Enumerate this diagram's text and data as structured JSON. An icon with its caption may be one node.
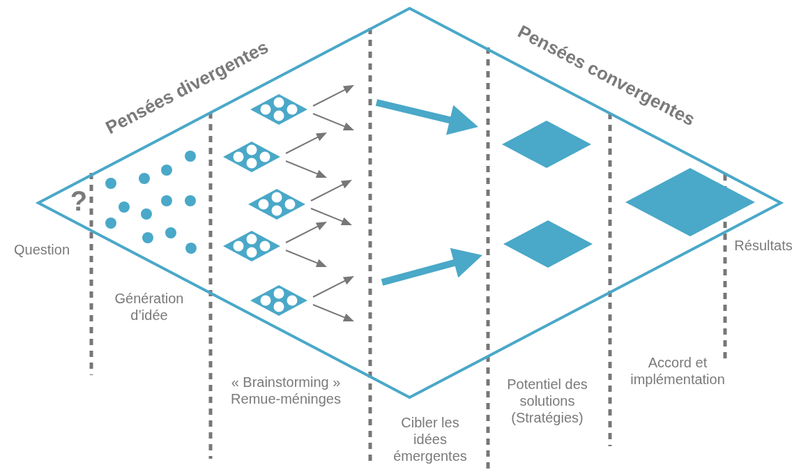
{
  "diagram": {
    "nodes": [
      {
        "text": [
          "Pensées divergentes",
          "Pensées convergentes"
        ]
      },
      {
        "text": [],
        "shape": "diamond",
        "in": 0
      },
      {
        "text": [],
        "shape": "diamond",
        "in": 0
      },
      {
        "text": [],
        "shape": "diamond",
        "in": 0
      },
      {
        "text": [],
        "shape": "diamond",
        "in": 0
      },
      {
        "text": [],
        "shape": "diamond",
        "in": 0
      },
      {
        "text": [],
        "shape": "diamond",
        "in": 0
      },
      {
        "text": [],
        "shape": "diamond",
        "in": 0
      },
      {
        "text": [],
        "shape": "diamond",
        "in": 0
      }
    ],
    "edges": [
      {
        "from": 1,
        "to": null,
        "arrow": "to"
      },
      {
        "from": 1,
        "to": null,
        "arrow": "to"
      },
      {
        "from": 2,
        "to": null,
        "arrow": "to"
      },
      {
        "from": 2,
        "to": null,
        "arrow": "to"
      },
      {
        "from": 3,
        "to": null,
        "arrow": "to"
      },
      {
        "from": 3,
        "to": null,
        "arrow": "to"
      },
      {
        "from": 4,
        "to": null,
        "arrow": "to"
      },
      {
        "from": 4,
        "to": null,
        "arrow": "to"
      },
      {
        "from": 5,
        "to": null,
        "arrow": "to"
      },
      {
        "from": 5,
        "to": null,
        "arrow": "to"
      },
      {
        "from": null,
        "to": 6,
        "arrow": "to",
        "style": "thick",
        "color": "#4aa8c8"
      },
      {
        "from": null,
        "to": 7,
        "arrow": "to",
        "style": "thick",
        "color": "#4aa8c8"
      }
    ],
    "labels": [
      "?",
      "Résultats",
      "Question",
      "Génération d’idée",
      "Accord et implémentation",
      "« Brainstorming » Remue-méninges",
      "Potentiel des solutions (Stratégies)",
      "Cibler les idées émergentes"
    ]
  }
}
